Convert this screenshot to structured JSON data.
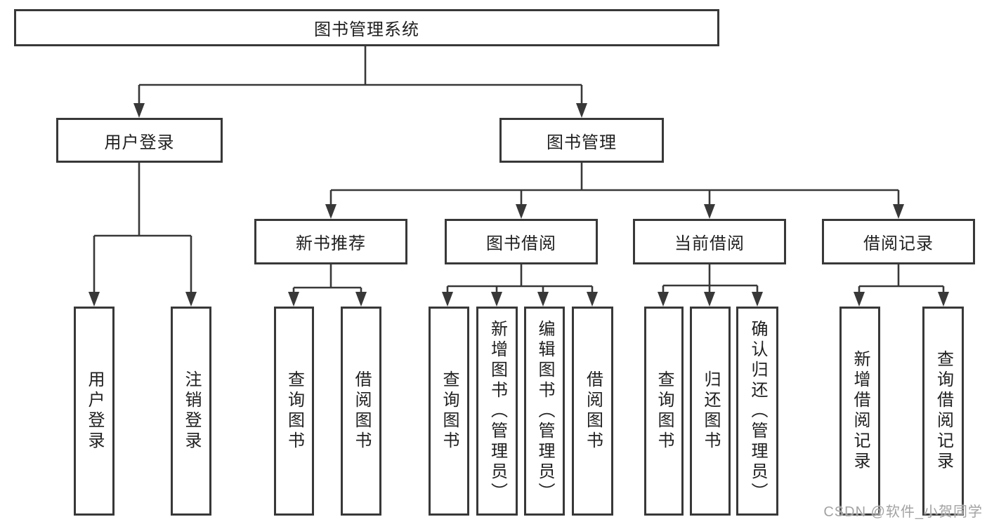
{
  "diagram": {
    "root": {
      "label": "图书管理系统"
    },
    "branches": [
      {
        "label": "用户登录",
        "children": [
          {
            "label": "用户登录"
          },
          {
            "label": "注销登录"
          }
        ]
      },
      {
        "label": "图书管理",
        "groups": [
          {
            "label": "新书推荐",
            "children": [
              {
                "label": "查询图书"
              },
              {
                "label": "借阅图书"
              }
            ]
          },
          {
            "label": "图书借阅",
            "children": [
              {
                "label": "查询图书"
              },
              {
                "label": "新增图书（管理员）"
              },
              {
                "label": "编辑图书（管理员）"
              },
              {
                "label": "借阅图书"
              }
            ]
          },
          {
            "label": "当前借阅",
            "children": [
              {
                "label": "查询图书"
              },
              {
                "label": "归还图书"
              },
              {
                "label": "确认归还（管理员）"
              }
            ]
          },
          {
            "label": "借阅记录",
            "children": [
              {
                "label": "新增借阅记录"
              },
              {
                "label": "查询借阅记录"
              }
            ]
          }
        ]
      }
    ]
  },
  "watermark": {
    "text": "CSDN @软件_小贺同学"
  },
  "colors": {
    "line": "#383838",
    "border": "#383838",
    "text": "#1f1f1f",
    "background": "#ffffff",
    "watermark": "#a3a3a3"
  }
}
